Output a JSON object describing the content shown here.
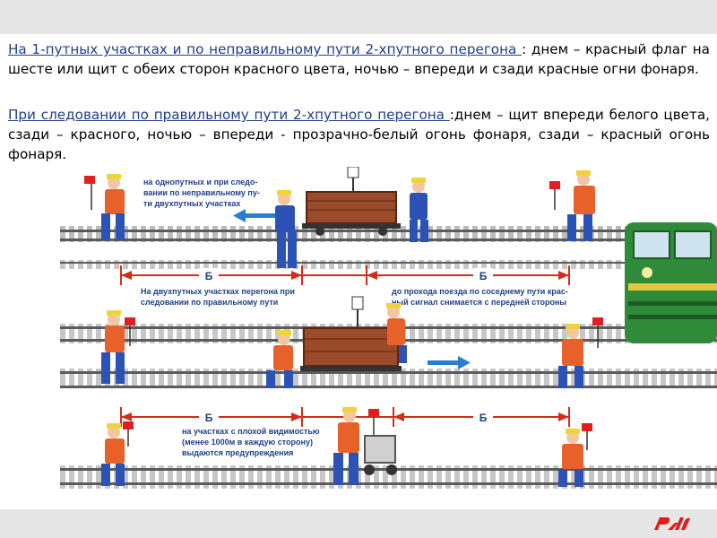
{
  "paragraphs": [
    {
      "highlight": "На 1-путных участках и по неправильному пути 2-хпутного перегона ",
      "rest": ": днем – красный флаг на шесте или щит с обеих сторон красного цвета, ночью – впереди и сзади красные огни фонаря."
    },
    {
      "highlight": "При следовании по правильному пути  2-хпутного перегона ",
      "rest": ":днем – щит впереди белого цвета, сзади – красного, ночью – впереди - прозрачно-белый огонь фонаря, сзади – красный огонь фонаря."
    }
  ],
  "figure": {
    "caption_top": [
      "на однопутных и при следо-",
      "вании по неправильному пу-",
      "ти двухпутных участках"
    ],
    "caption_mid_left": [
      "На двухпутных участках перегона при",
      "следовании по правильному пути"
    ],
    "caption_mid_right": [
      "до прохода поезда по соседнему пути крас-",
      "ный сигнал снимается с передней стороны"
    ],
    "caption_bottom": [
      "на участках с плохой видимостью",
      "(менее 1000м в каждую сторону)",
      "выдаются предупреждения"
    ],
    "distance_label": "Б"
  },
  "colors": {
    "highlight": "#1f3f8a",
    "arrow_red": "#d82a1c",
    "arrow_blue": "#2a7ed0",
    "flag_red": "#e02020",
    "rail": "#5b5b5b",
    "cart_brown": "#9b4a2a",
    "worker_blue": "#2c52b5",
    "vest_orange": "#e8612a",
    "cap_yellow": "#f2d23a",
    "loco_green": "#2f8a3a"
  },
  "brand": {
    "logo_name": "rzd-logo"
  }
}
